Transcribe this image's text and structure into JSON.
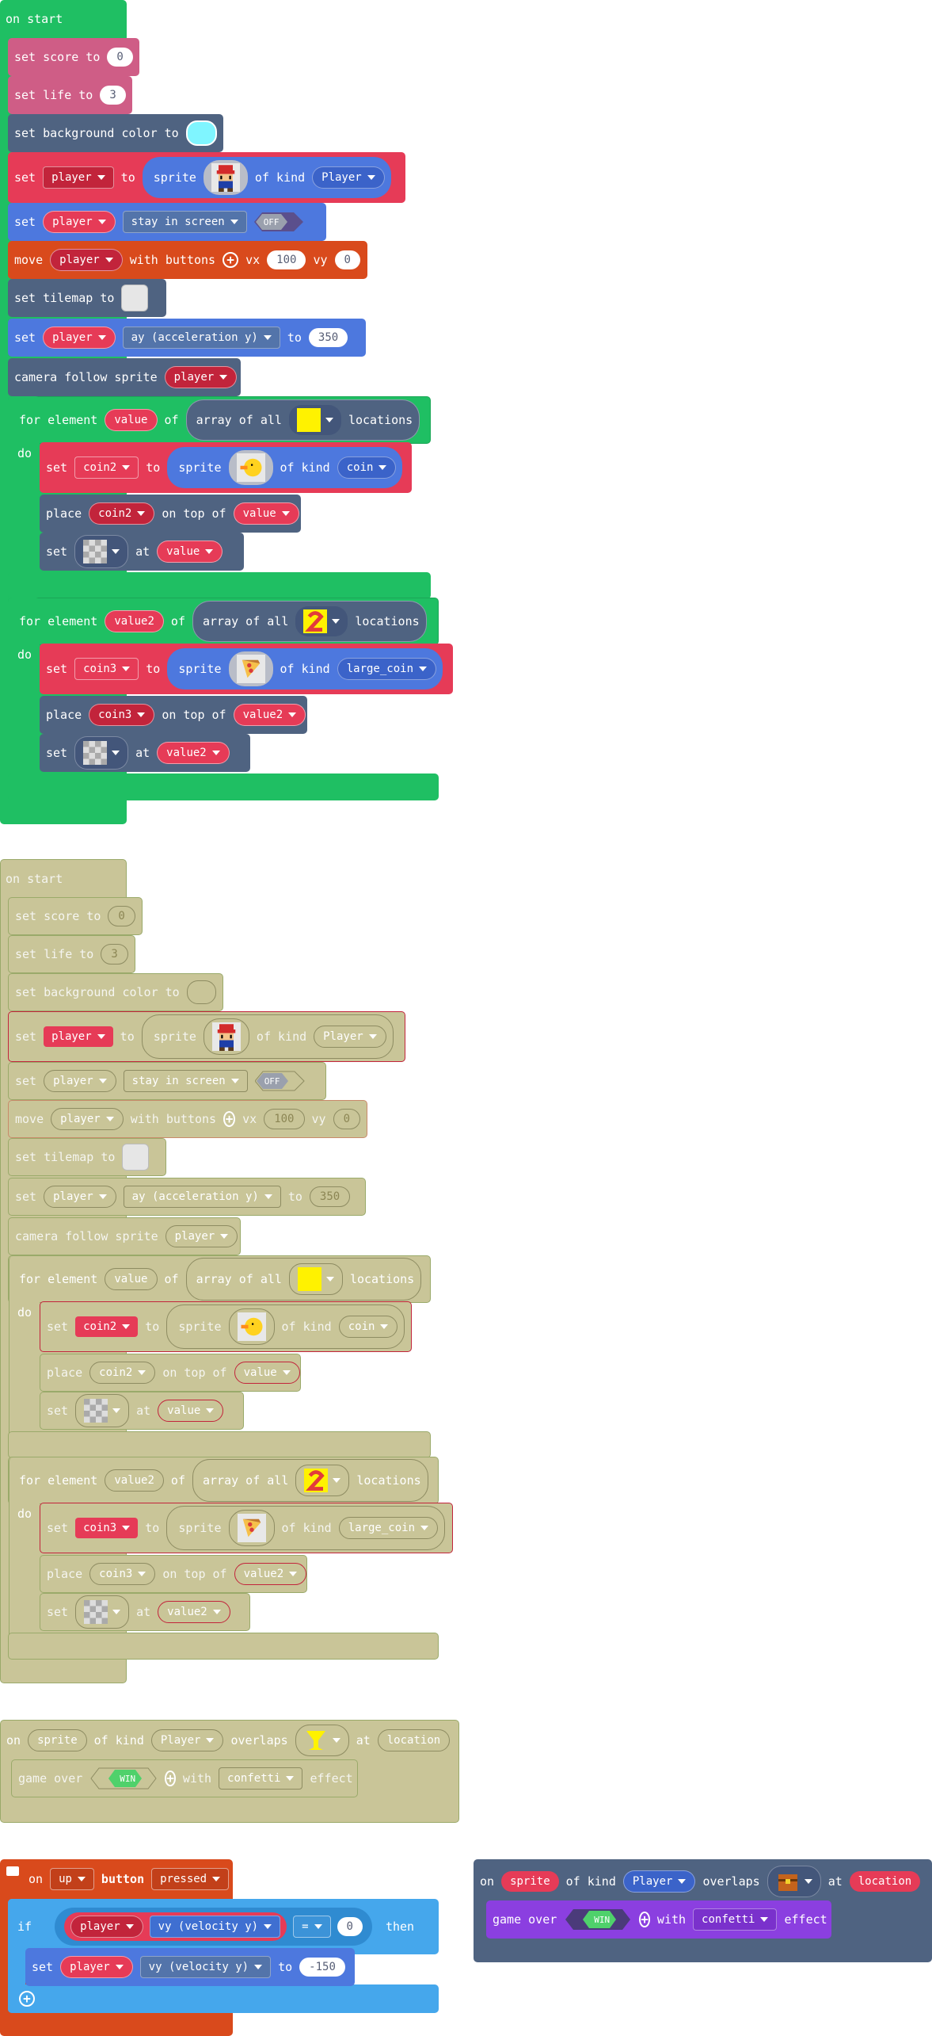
{
  "stack1": {
    "on_start": "on start",
    "set_score": {
      "label": "set score to",
      "value": "0"
    },
    "set_life": {
      "label": "set life to",
      "value": "3"
    },
    "set_bg": {
      "label": "set background color to",
      "color": "#7ff5ff"
    },
    "set_player": {
      "set": "set",
      "var": "player",
      "to": "to",
      "sprite": "sprite",
      "of_kind": "of kind",
      "kind": "Player"
    },
    "stay": {
      "set": "set",
      "var": "player",
      "prop": "stay in screen",
      "toggle": "OFF"
    },
    "move": {
      "move": "move",
      "var": "player",
      "with_buttons": "with buttons",
      "vx": "vx",
      "vx_val": "100",
      "vy": "vy",
      "vy_val": "0"
    },
    "tilemap": {
      "label": "set tilemap to"
    },
    "accel": {
      "set": "set",
      "var": "player",
      "prop": "ay (acceleration y)",
      "to": "to",
      "value": "350"
    },
    "camera": {
      "label": "camera follow sprite",
      "var": "player"
    },
    "loop1": {
      "for": "for element",
      "var": "value",
      "of": "of",
      "array": "array of all",
      "locations": "locations",
      "do": "do"
    },
    "l1_set": {
      "set": "set",
      "var": "coin2",
      "to": "to",
      "sprite": "sprite",
      "of_kind": "of kind",
      "kind": "coin"
    },
    "l1_place": {
      "place": "place",
      "var": "coin2",
      "on_top": "on top of",
      "target": "value"
    },
    "l1_settile": {
      "set": "set",
      "at": "at",
      "target": "value"
    },
    "loop2": {
      "for": "for element",
      "var": "value2",
      "of": "of",
      "array": "array of all",
      "locations": "locations",
      "do": "do"
    },
    "l2_set": {
      "set": "set",
      "var": "coin3",
      "to": "to",
      "sprite": "sprite",
      "of_kind": "of kind",
      "kind": "large_coin"
    },
    "l2_place": {
      "place": "place",
      "var": "coin3",
      "on_top": "on top of",
      "target": "value2"
    },
    "l2_settile": {
      "set": "set",
      "at": "at",
      "target": "value2"
    }
  },
  "overlap1": {
    "on": "on",
    "sprite": "sprite",
    "of_kind": "of kind",
    "kind": "Player",
    "overlaps": "overlaps",
    "at": "at",
    "location": "location",
    "game_over": "game over",
    "win": "WIN",
    "with": "with",
    "effect_name": "confetti",
    "effect": "effect"
  },
  "button": {
    "on": "on",
    "button_name": "up",
    "button": "button",
    "event": "pressed",
    "if": "if",
    "var": "player",
    "prop": "vy (velocity y)",
    "op": "=",
    "value": "0",
    "then": "then",
    "set": "set",
    "set_var": "player",
    "set_prop": "vy (velocity y)",
    "to": "to",
    "set_value": "-150"
  },
  "overlap2": {
    "on": "on",
    "sprite": "sprite",
    "of_kind": "of kind",
    "kind": "Player",
    "overlaps": "overlaps",
    "at": "at",
    "location": "location",
    "game_over": "game over",
    "win": "WIN",
    "with": "with",
    "effect_name": "confetti",
    "effect": "effect"
  },
  "colors": {
    "events": "#1fbf63",
    "info": "#cf5d86",
    "scene": "#4f6381",
    "variables": "#e63b57",
    "sprites": "#4d78de",
    "controller": "#d94a1c",
    "game": "#8b3fe0",
    "logic": "#45a7ec"
  }
}
